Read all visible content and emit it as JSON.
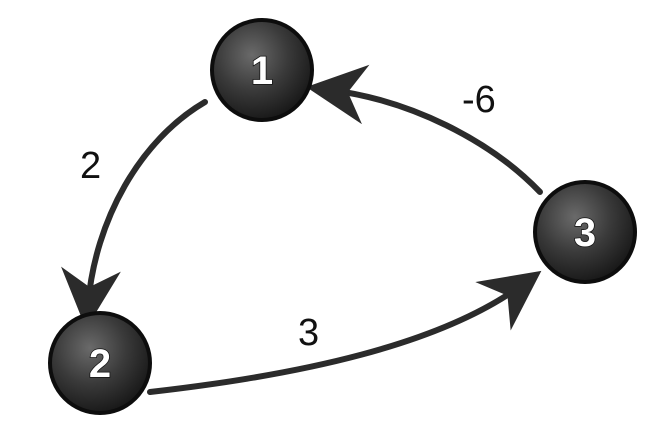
{
  "nodes": [
    {
      "id": "n1",
      "label": "1"
    },
    {
      "id": "n2",
      "label": "2"
    },
    {
      "id": "n3",
      "label": "3"
    }
  ],
  "edges": [
    {
      "from": "1",
      "to": "2",
      "weight": "2"
    },
    {
      "from": "2",
      "to": "3",
      "weight": "3"
    },
    {
      "from": "3",
      "to": "1",
      "weight": "-6"
    }
  ],
  "colors": {
    "node_fill": "#3a3a3a",
    "node_stroke": "#0d0d0d",
    "edge": "#2b2b2b",
    "text": "#111111"
  }
}
